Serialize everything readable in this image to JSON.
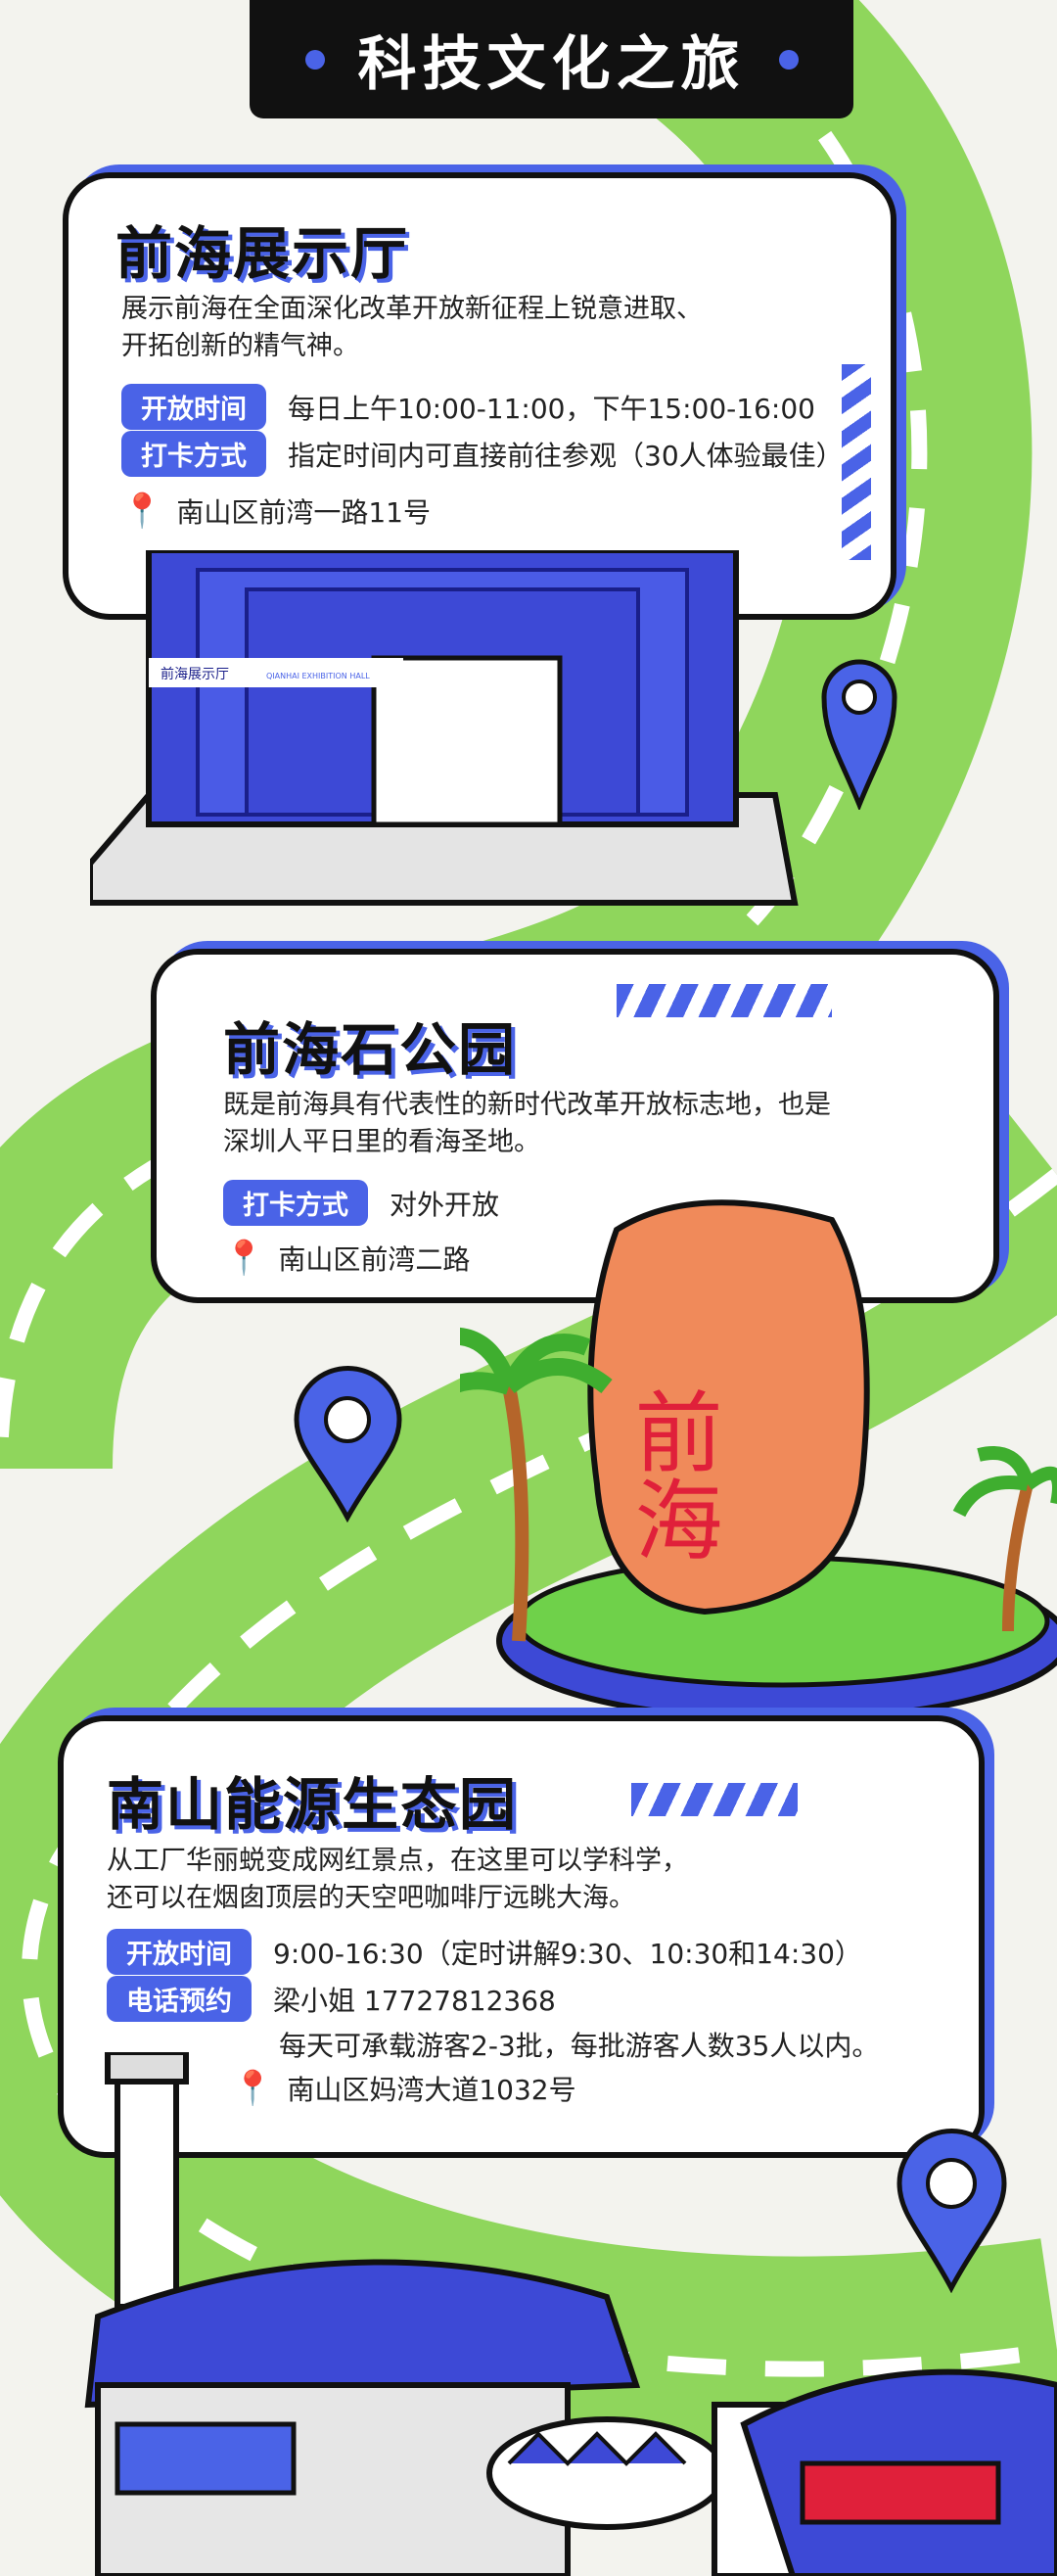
{
  "header": {
    "title": "科技文化之旅"
  },
  "colors": {
    "accent": "#4a63e7",
    "green": "#8fd65c",
    "dark": "#111111",
    "rock": "#f08a5a"
  },
  "cards": [
    {
      "title": "前海展示厅",
      "desc_lines": [
        "展示前海在全面深化改革开放新征程上锐意进取、",
        "开拓创新的精气神。"
      ],
      "rows": [
        {
          "tag": "开放时间",
          "value": "每日上午10:00-11:00，下午15:00-16:00"
        },
        {
          "tag": "打卡方式",
          "value": "指定时间内可直接前往参观（30人体验最佳）"
        }
      ],
      "address": "南山区前湾一路11号",
      "sign": {
        "cn": "前海展示厅",
        "en": "QIANHAI EXHIBITION HALL"
      }
    },
    {
      "title": "前海石公园",
      "desc_lines": [
        "既是前海具有代表性的新时代改革开放标志地，也是",
        "深圳人平日里的看海圣地。"
      ],
      "rows": [
        {
          "tag": "打卡方式",
          "value": "对外开放"
        }
      ],
      "address": "南山区前湾二路",
      "rock_text": "前海"
    },
    {
      "title": "南山能源生态园",
      "desc_lines": [
        "从工厂华丽蜕变成网红景点，在这里可以学科学，",
        "还可以在烟囱顶层的天空吧咖啡厅远眺大海。"
      ],
      "rows": [
        {
          "tag": "开放时间",
          "value": "9:00-16:30（定时讲解9:30、10:30和14:30）"
        },
        {
          "tag": "电话预约",
          "value": "梁小姐 17727812368"
        }
      ],
      "extra": "每天可承载游客2-3批，每批游客人数35人以内。",
      "address": "南山区妈湾大道1032号"
    }
  ],
  "icons": {
    "pin": "location-pin-icon",
    "map_marker": "map-marker-icon"
  }
}
